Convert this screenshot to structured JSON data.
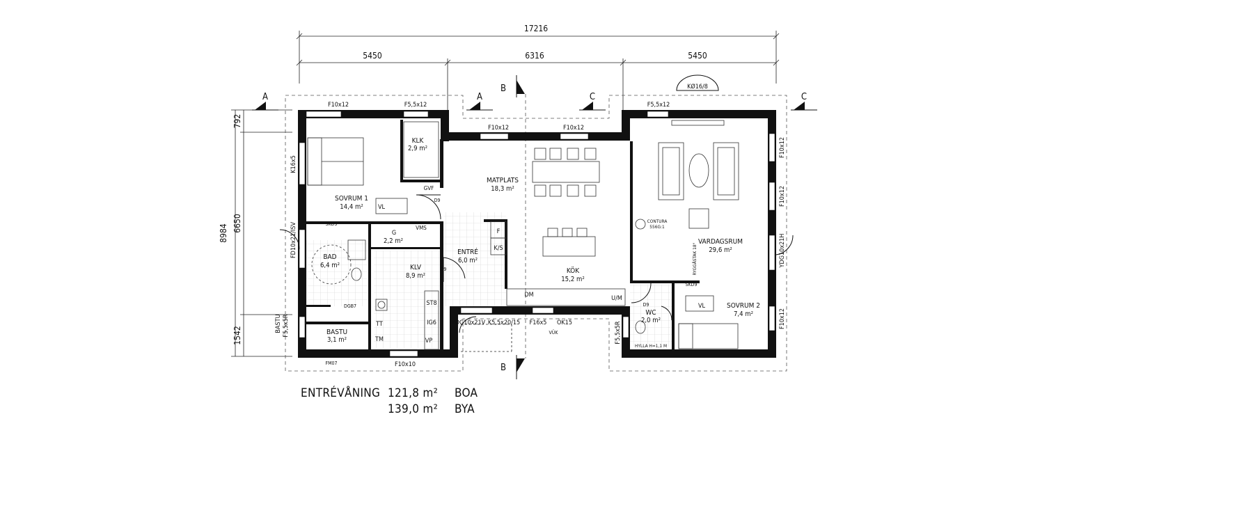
{
  "dimensions": {
    "total_width": "17216",
    "seg_left": "5450",
    "seg_mid": "6316",
    "seg_right": "5450",
    "total_height": "8984",
    "h_top": "792",
    "h_mid": "6650",
    "h_bottom": "1542"
  },
  "sections": {
    "a": "A",
    "b": "B",
    "c": "C"
  },
  "rooms": {
    "sovrum1": {
      "name": "SOVRUM 1",
      "area": "14,4 m²"
    },
    "klk": {
      "name": "KLK",
      "area": "2,9 m²"
    },
    "matplats": {
      "name": "MATPLATS",
      "area": "18,3 m²"
    },
    "vardagsrum": {
      "name": "VARDAGSRUM",
      "area": "29,6 m²"
    },
    "bad": {
      "name": "BAD",
      "area": "6,4 m²"
    },
    "closet": {
      "name": "",
      "area": "2,2 m²"
    },
    "entre": {
      "name": "ENTRÉ",
      "area": "6,0 m²"
    },
    "klv": {
      "name": "KLV",
      "area": "8,9 m²"
    },
    "kok": {
      "name": "KÖK",
      "area": "15,2 m²"
    },
    "bastu": {
      "name": "BASTU",
      "area": "3,1 m²"
    },
    "wc": {
      "name": "WC",
      "area": "2,0 m²"
    },
    "sovrum2": {
      "name": "SOVRUM 2",
      "area": "7,4 m²"
    }
  },
  "tags": {
    "f10x12": "F10x12",
    "f55x12": "F5,5x12",
    "f10x10": "F10x10",
    "k16x5": "K16x5",
    "fd": "FD10x21/ISV",
    "ydg_right": "YDG10x21H",
    "ydg_entry": "YDG10x21V",
    "k55": "K5,5x20/15",
    "f16x5": "F16x5",
    "ok15": "ÖK15",
    "vuk": "VÜK",
    "f55x5r": "F5,5x5R",
    "bastu_win": "BASTU",
    "bastu_win2": "F5,5x5R",
    "kphi": "KØ16/8",
    "d9": "D9",
    "skd9": "SKD9",
    "dgb7": "DGB7",
    "fm07": "FM07",
    "g": "G",
    "vms": "VMS",
    "gvf": "GVF",
    "vl": "VL",
    "f": "F",
    "ks": "K/S",
    "st8": "ST8",
    "ig6": "IG6",
    "tt": "TT",
    "tm": "TM",
    "vp": "VP",
    "dm": "DM",
    "um": "U/M",
    "contura": "CONTURA",
    "contura_model": "556G:1",
    "rygg": "RYGGÅSTAK 18°",
    "hylla": "HYLLA H=1,1 M"
  },
  "summary": {
    "floor": "ENTRÉVÅNING",
    "boa_area": "121,8 m²",
    "boa": "BOA",
    "bya_area": "139,0 m²",
    "bya": "BYA"
  },
  "colors": {
    "wall": "#111111",
    "tile": "#cfcfcf"
  }
}
